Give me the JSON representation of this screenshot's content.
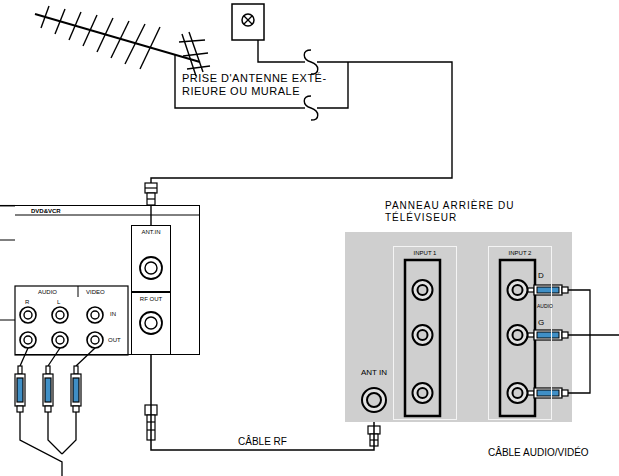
{
  "diagram": {
    "nodes": [
      {
        "text": [
          "DVD&VCR"
        ]
      },
      {
        "text": [
          "ANT.IN"
        ],
        "in": 0
      },
      {
        "text": [
          "RF OUT"
        ],
        "in": 0
      },
      {
        "text": [
          "PANNEAU ARRIÈRE DU TÉLÉVISEUR"
        ]
      },
      {
        "text": [
          "INPUT 1"
        ],
        "in": 3
      },
      {
        "text": [
          "INPUT 2"
        ],
        "in": 3
      },
      {
        "text": [
          "ANT IN"
        ],
        "in": 3
      }
    ],
    "edges": [
      {
        "from": 2,
        "to": 6,
        "label": "CÂBLE RF",
        "arrow": "none"
      }
    ],
    "labels": [
      "PRISE D'ANTENNE EXTÉ- RIEURE OU MURALE",
      "AUDIO",
      "R",
      "L",
      "VIDEO",
      "IN",
      "OUT",
      "D",
      "AUDIO",
      "G",
      "CÂBLE AUDIO/VIDÉO"
    ]
  }
}
